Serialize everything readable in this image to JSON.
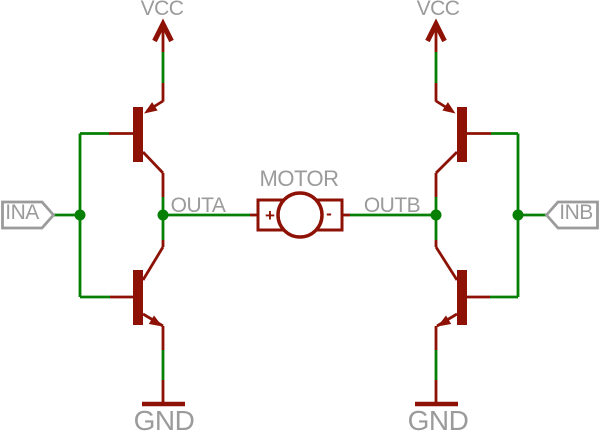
{
  "schematic": {
    "power_labels": {
      "vcc_left": "VCC",
      "vcc_right": "VCC",
      "gnd_left": "GND",
      "gnd_right": "GND"
    },
    "input_flags": {
      "ina": "INA",
      "inb": "INB"
    },
    "net_labels": {
      "outa": "OUTA",
      "outb": "OUTB"
    },
    "motor": {
      "label": "MOTOR",
      "positive_terminal": "+",
      "negative_terminal": "-"
    },
    "colors": {
      "net_wire_green": "#058005",
      "component_maroon": "#8D1205",
      "text_gray": "#9B9B9B",
      "background": "#FFFFFF"
    }
  }
}
